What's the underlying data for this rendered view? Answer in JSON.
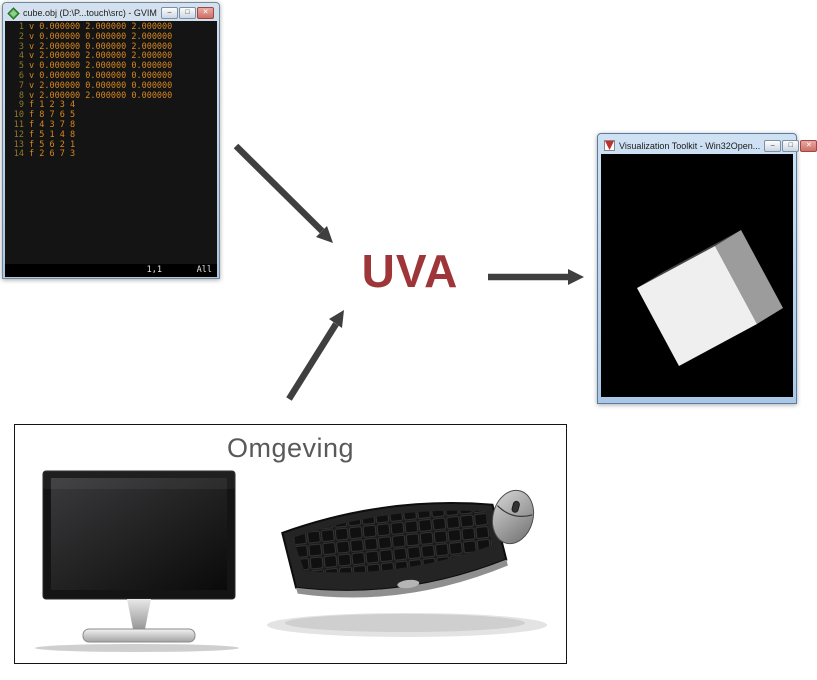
{
  "colors": {
    "uva_text": "#9e3538",
    "arrow": "#3f3f3f",
    "obj_text": "#d78720",
    "obj_line_numbers": "#8f7a2a"
  },
  "uva": {
    "label": "UVA"
  },
  "window_controls": {
    "minimize": "–",
    "maximize": "□",
    "close": "✕"
  },
  "gvim": {
    "title": "cube.obj (D:\\P...touch\\src) - GVIM",
    "status_ruler": "1,1",
    "status_scroll": "All",
    "lines": [
      {
        "num": "1",
        "text": "v 0.000000 2.000000 2.000000"
      },
      {
        "num": "2",
        "text": "v 0.000000 0.000000 2.000000"
      },
      {
        "num": "3",
        "text": "v 2.000000 0.000000 2.000000"
      },
      {
        "num": "4",
        "text": "v 2.000000 2.000000 2.000000"
      },
      {
        "num": "5",
        "text": "v 0.000000 2.000000 0.000000"
      },
      {
        "num": "6",
        "text": "v 0.000000 0.000000 0.000000"
      },
      {
        "num": "7",
        "text": "v 2.000000 0.000000 0.000000"
      },
      {
        "num": "8",
        "text": "v 2.000000 2.000000 0.000000"
      },
      {
        "num": "9",
        "text": "f 1 2 3 4"
      },
      {
        "num": "10",
        "text": "f 8 7 6 5"
      },
      {
        "num": "11",
        "text": "f 4 3 7 8"
      },
      {
        "num": "12",
        "text": "f 5 1 4 8"
      },
      {
        "num": "13",
        "text": "f 5 6 2 1"
      },
      {
        "num": "14",
        "text": "f 2 6 7 3"
      }
    ]
  },
  "vtk": {
    "title": "Visualization Toolkit - Win32Open..."
  },
  "omgeving": {
    "title": "Omgeving"
  }
}
